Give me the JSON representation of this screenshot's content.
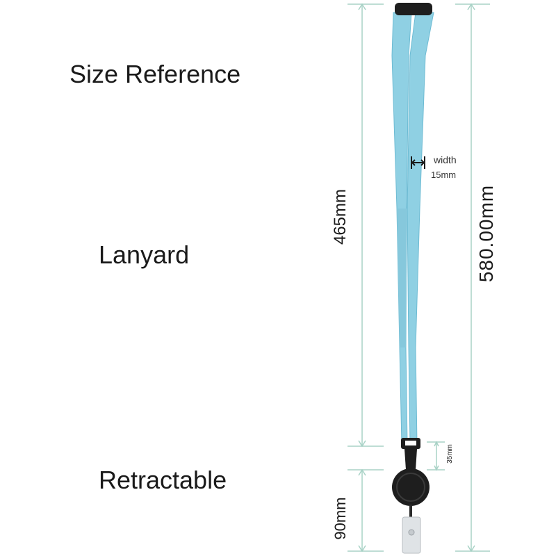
{
  "title": "Size Reference",
  "labels": {
    "lanyard": "Lanyard",
    "retractable": "Retractable"
  },
  "dimensions": {
    "lanyard_length": "465mm",
    "total_length": "580.00mm",
    "retractable_length": "90mm",
    "clip_length": "35mm",
    "width_label": "width",
    "width_value": "15mm"
  },
  "colors": {
    "strap": "#8fd0e3",
    "strap_edge": "#6dbbd3",
    "dimension_line": "#a8d2c6",
    "hardware": "#1e1e1e",
    "badge_strap": "#dfe3e6"
  }
}
